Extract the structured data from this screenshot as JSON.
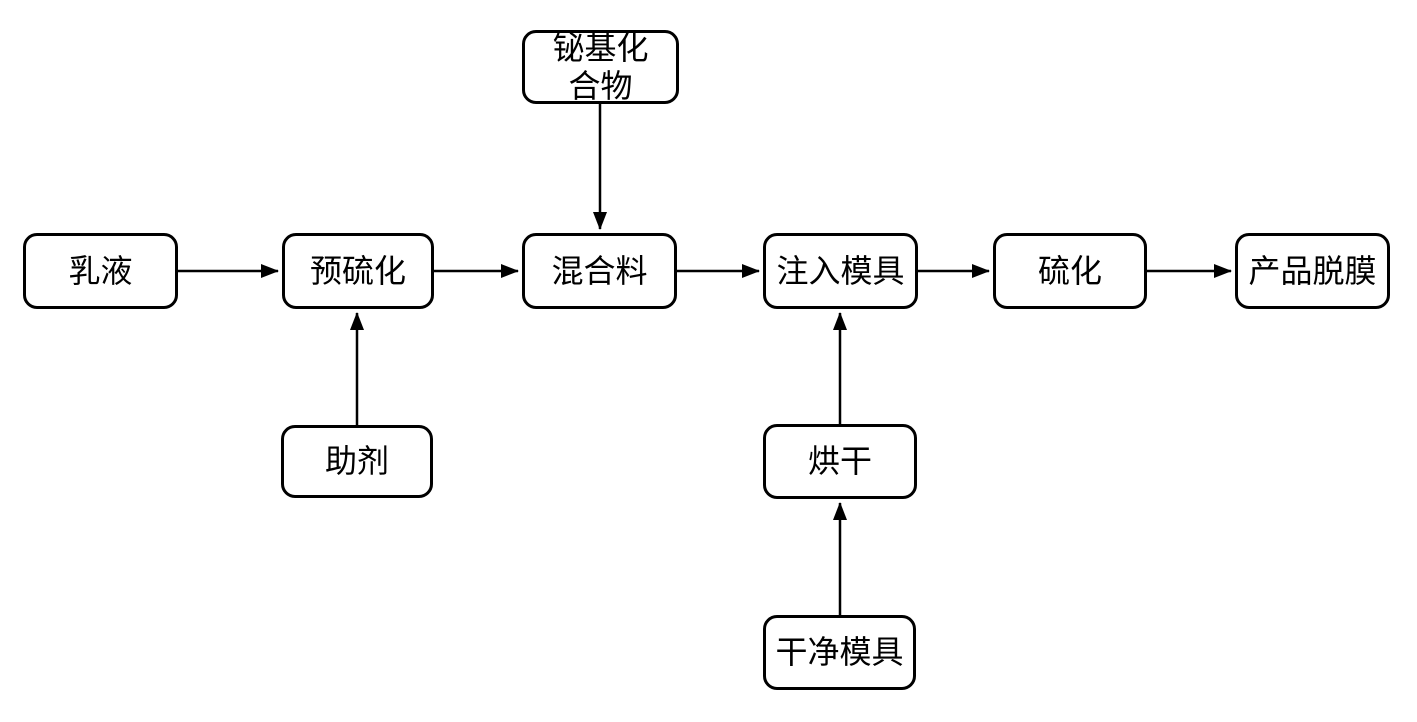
{
  "diagram": {
    "type": "flowchart",
    "nodes": {
      "bismuth": {
        "label": "铋基化\n合物"
      },
      "emulsion": {
        "label": "乳液"
      },
      "prevulc": {
        "label": "预硫化"
      },
      "mixture": {
        "label": "混合料"
      },
      "inject": {
        "label": "注入模具"
      },
      "vulc": {
        "label": "硫化"
      },
      "demold": {
        "label": "产品脱膜"
      },
      "additive": {
        "label": "助剂"
      },
      "drying": {
        "label": "烘干"
      },
      "cleanmold": {
        "label": "干净模具"
      }
    },
    "edges": [
      {
        "from": "emulsion",
        "to": "prevulc",
        "direction": "right"
      },
      {
        "from": "prevulc",
        "to": "mixture",
        "direction": "right"
      },
      {
        "from": "mixture",
        "to": "inject",
        "direction": "right"
      },
      {
        "from": "inject",
        "to": "vulc",
        "direction": "right"
      },
      {
        "from": "vulc",
        "to": "demold",
        "direction": "right"
      },
      {
        "from": "bismuth",
        "to": "mixture",
        "direction": "down"
      },
      {
        "from": "additive",
        "to": "prevulc",
        "direction": "up"
      },
      {
        "from": "drying",
        "to": "inject",
        "direction": "up"
      },
      {
        "from": "cleanmold",
        "to": "drying",
        "direction": "up"
      }
    ],
    "colors": {
      "line": "#000000",
      "box_border": "#000000",
      "box_fill": "#ffffff",
      "text": "#000000",
      "background": "#ffffff"
    }
  }
}
